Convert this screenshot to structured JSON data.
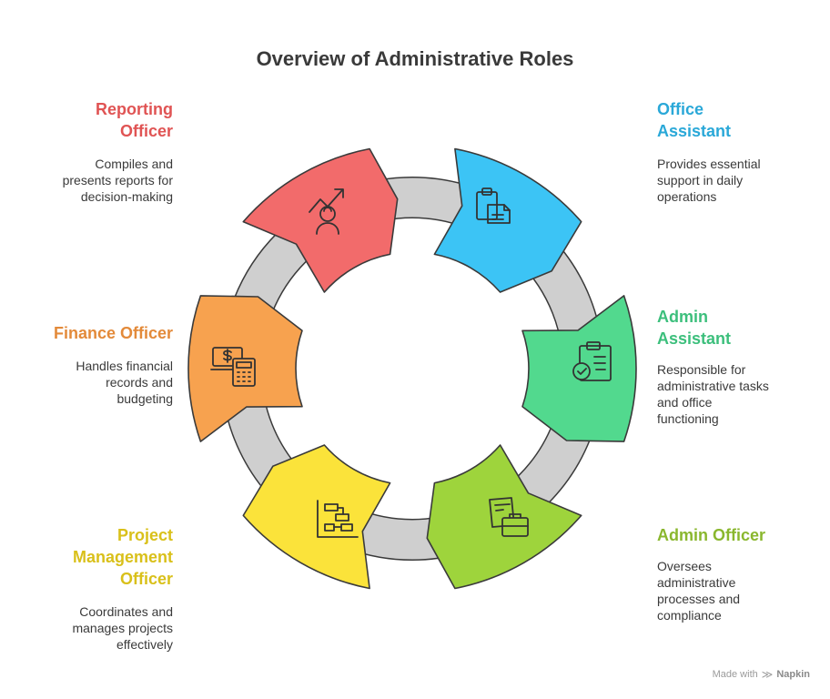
{
  "title": "Overview of Administrative Roles",
  "roles": [
    {
      "name": "Office\nAssistant",
      "description": "Provides essential\nsupport in daily\noperations",
      "color": "#2aa8d8",
      "fill": "#3cc4f5",
      "icon": "clipboard-documents-icon"
    },
    {
      "name": "Admin\nAssistant",
      "description": "Responsible for\nadministrative tasks\nand office\nfunctioning",
      "color": "#3cbf7c",
      "fill": "#52d98e",
      "icon": "clipboard-check-icon"
    },
    {
      "name": "Admin Officer",
      "description": "Oversees\nadministrative\nprocesses and\ncompliance",
      "color": "#8ab72e",
      "fill": "#9ed43c",
      "icon": "briefcase-documents-icon"
    },
    {
      "name": "Project\nManagement\nOfficer",
      "description": "Coordinates and\nmanages projects\neffectively",
      "color": "#d9c01a",
      "fill": "#fbe33a",
      "icon": "gantt-chart-icon"
    },
    {
      "name": "Finance Officer",
      "description": "Handles financial\nrecords and\nbudgeting",
      "color": "#e38a3a",
      "fill": "#f7a24f",
      "icon": "money-calculator-icon"
    },
    {
      "name": "Reporting\nOfficer",
      "description": "Compiles and\npresents reports for\ndecision-making",
      "color": "#e05454",
      "fill": "#f26b6b",
      "icon": "person-growth-icon"
    }
  ],
  "watermark": {
    "prefix": "Made with",
    "brand": "Napkin"
  }
}
